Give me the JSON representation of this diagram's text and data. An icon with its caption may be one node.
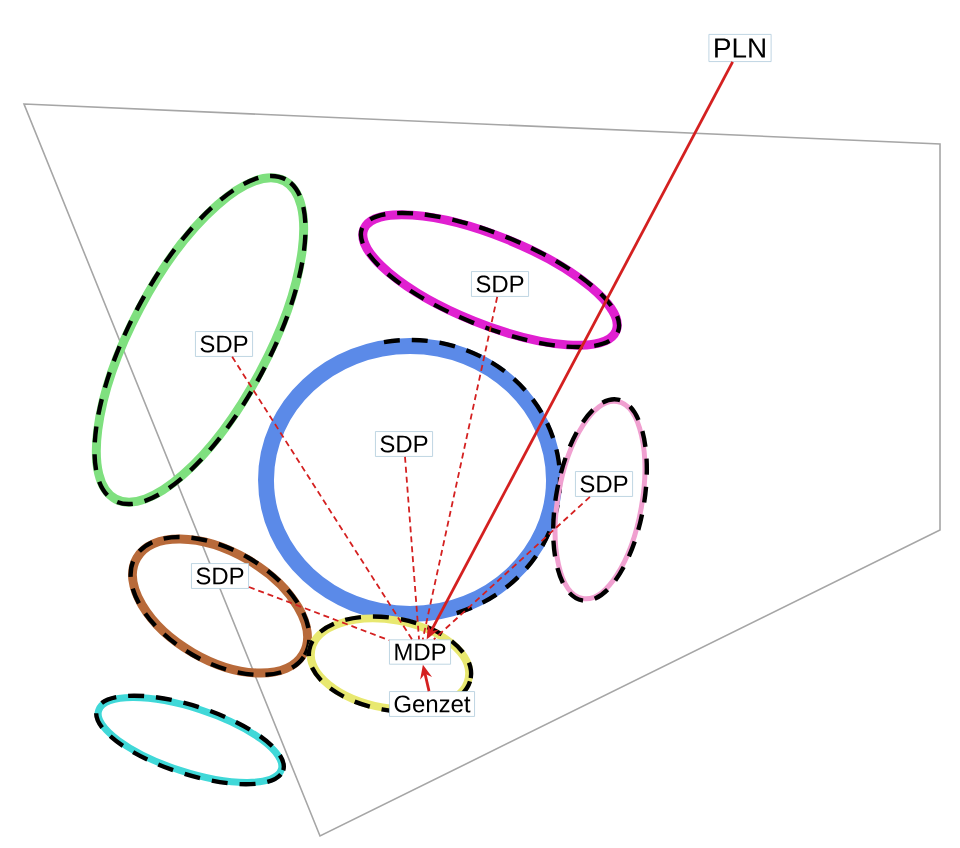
{
  "diagram": {
    "nodes": [
      {
        "text": [
          "PLN"
        ]
      },
      {
        "text": [
          "SDP"
        ]
      },
      {
        "text": [
          "SDP"
        ]
      },
      {
        "text": [
          "SDP"
        ]
      },
      {
        "text": [
          "SDP"
        ]
      },
      {
        "text": [
          "SDP"
        ]
      },
      {
        "text": [
          "MDP"
        ]
      },
      {
        "text": [
          "Genzet"
        ]
      }
    ],
    "edges": [
      {
        "from": 0,
        "to": 6,
        "arrow": "to"
      },
      {
        "from": 1,
        "to": 6,
        "arrow": "none",
        "style": "dashed"
      },
      {
        "from": 2,
        "to": 6,
        "arrow": "none",
        "style": "dashed"
      },
      {
        "from": 3,
        "to": 6,
        "arrow": "none",
        "style": "dashed"
      },
      {
        "from": 4,
        "to": 6,
        "arrow": "none",
        "style": "dashed"
      },
      {
        "from": 5,
        "to": 6,
        "arrow": "none",
        "style": "dashed"
      },
      {
        "from": 7,
        "to": 6,
        "arrow": "to"
      }
    ]
  }
}
